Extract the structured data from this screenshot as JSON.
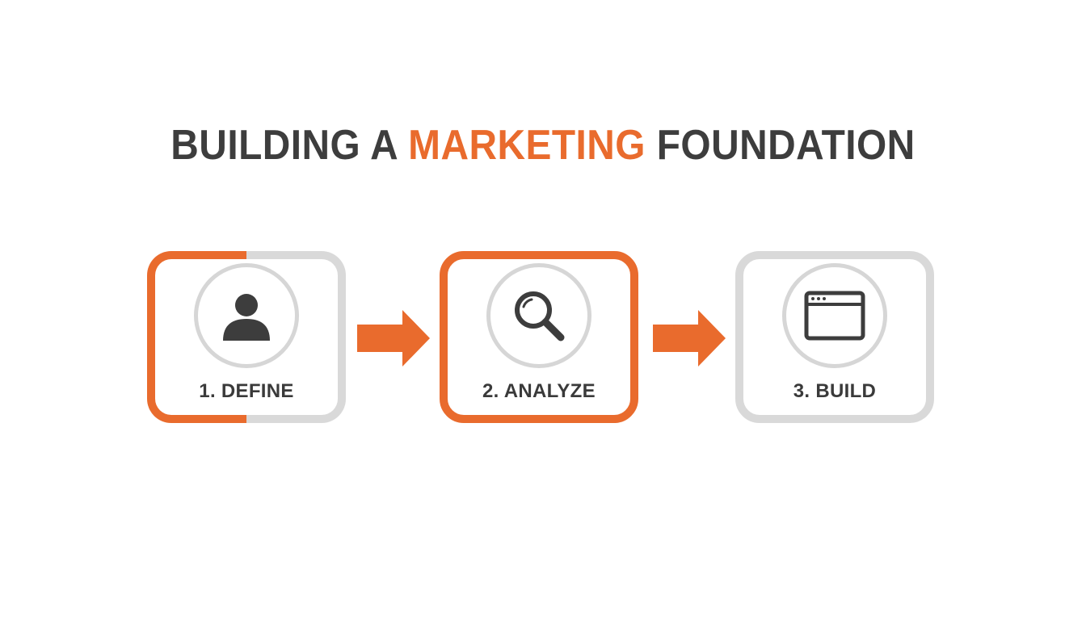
{
  "title": {
    "part1": "BUILDING A ",
    "accent": "MARKETING",
    "part2": " FOUNDATION"
  },
  "steps": [
    {
      "label": "1. DEFINE",
      "icon": "user-icon"
    },
    {
      "label": "2. ANALYZE",
      "icon": "magnifier-icon"
    },
    {
      "label": "3. BUILD",
      "icon": "browser-window-icon"
    }
  ],
  "colors": {
    "accent": "#e96b2d",
    "text": "#3d3d3d",
    "inactive": "#d9d9d9"
  }
}
